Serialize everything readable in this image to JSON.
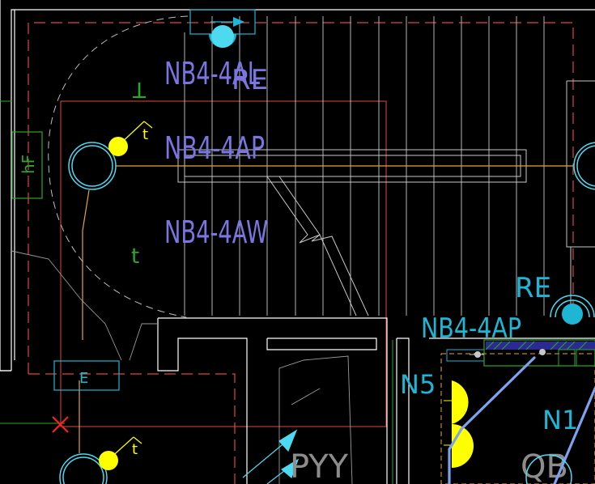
{
  "colors": {
    "background": "#000000",
    "wall": "#ffffff",
    "grid": "#c8c8c8",
    "dash_red": "#e0473c",
    "orange": "#e8a23a",
    "violet": "#7a75e0",
    "cyan": "#1fb6d6",
    "light_cyan": "#4dd9f0",
    "green": "#2aa82a",
    "yellow": "#ffff00",
    "blue_cable": "#7da2f0",
    "grey": "#9a9a9a"
  },
  "labels": {
    "nb_re": "NB4-4AL",
    "re_overlap": "RE",
    "nb_ap": "NB4-4AP",
    "nb_aw": "NB4-4AW",
    "re_right": "RE",
    "nb_ap_cyan": "NB4-4AP",
    "n5": "N5",
    "n1": "N1",
    "pyy": "PYY",
    "qb": "QB",
    "e_box": "E",
    "hf_box": "hF",
    "t_top": "t",
    "t_bottom": "t",
    "t_green_top": "T",
    "t_green_mid": "t"
  },
  "icons": [
    "wall-outline",
    "stair-treads",
    "ceiling-lamp-icon",
    "wall-switch-icon",
    "emergency-lamp-icon",
    "door-swing-arc",
    "distribution-panel-icon",
    "socket-icon",
    "cable-run",
    "cross-marker-icon"
  ]
}
